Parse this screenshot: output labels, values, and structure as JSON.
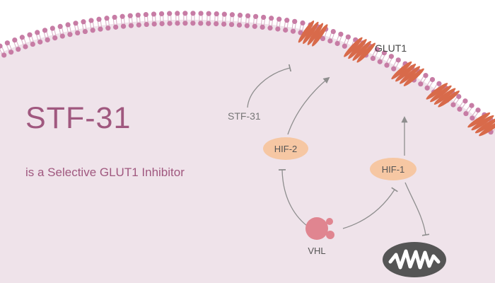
{
  "title": "STF-31",
  "subtitle": "is a Selective GLUT1 Inhibitor",
  "labels": {
    "glut1": "GLUT1",
    "stf31": "STF-31",
    "hif2": "HIF-2",
    "hif1": "HIF-1",
    "vhl": "VHL"
  },
  "icons": {
    "glut1_transporter": "glut1-transporter-icon",
    "vhl_complex": "vhl-icon",
    "mitochondrion": "mitochondrion-icon"
  },
  "colors": {
    "cell": "#efe3ea",
    "text": "#a0587f",
    "lipid_head": "#c77ca5",
    "lipid_tail": "#d8aec5",
    "transporter": "#d86a4a",
    "node_fill": "#f6c7a3",
    "vhl": "#e08590",
    "mitochondrion": "#555555",
    "arrow": "#8e8e8e"
  }
}
